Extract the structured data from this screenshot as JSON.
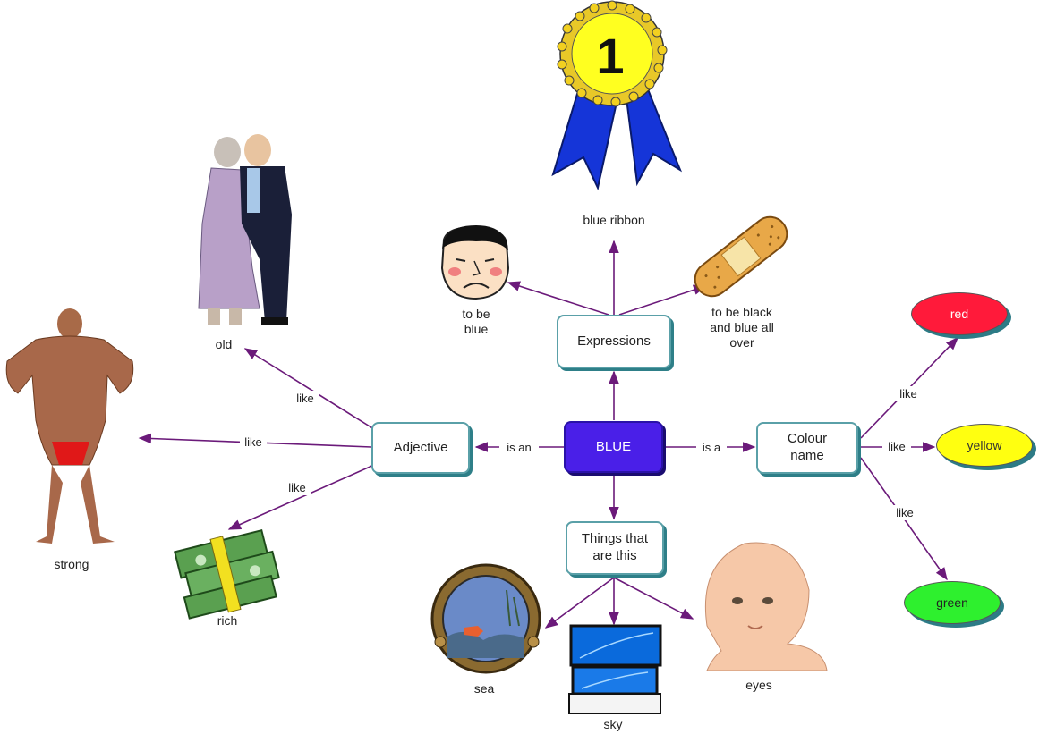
{
  "nodes": {
    "blue": "BLUE",
    "expressions": "Expressions",
    "adjective": "Adjective",
    "colour_name": "Colour\nname",
    "things": "Things that\nare this"
  },
  "ovals": {
    "red": {
      "label": "red",
      "color": "#ff1a3a"
    },
    "yellow": {
      "label": "yellow",
      "color": "#ffff10"
    },
    "green": {
      "label": "green",
      "color": "#2ef02e"
    }
  },
  "captions": {
    "blue_ribbon": "blue ribbon",
    "to_be_blue": "to be\nblue",
    "black_and_blue": "to be black\nand blue all\nover",
    "old": "old",
    "strong": "strong",
    "rich": "rich",
    "sea": "sea",
    "sky": "sky",
    "eyes": "eyes"
  },
  "link_labels": {
    "is_an": "is an",
    "is_a": "is a",
    "like": "like"
  },
  "ribbon_number": "1",
  "colors": {
    "arrow": "#6b1a7a",
    "center_fill": "#4a1fe8",
    "node_border": "#5aa0a8"
  }
}
